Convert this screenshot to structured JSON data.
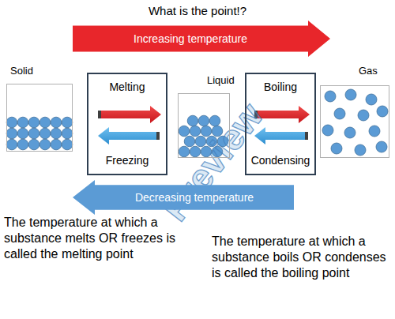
{
  "diagram": {
    "title": "What is the point!?",
    "nodes": [
      {
        "text": [
          "Increasing temperature"
        ]
      },
      {
        "text": [
          "Solid"
        ]
      },
      {
        "text": [
          "Melting",
          "Freezing"
        ]
      },
      {
        "text": [
          "Liquid"
        ]
      },
      {
        "text": [
          "Boiling",
          "Condensing"
        ]
      },
      {
        "text": [
          "Gas"
        ]
      },
      {
        "text": [
          "Decreasing temperature"
        ]
      }
    ],
    "labels": [
      "The temperature at which a substance melts OR freezes is called the melting point",
      "The temperature at which a substance boils OR condenses is called the boiling point",
      "Preview"
    ]
  }
}
